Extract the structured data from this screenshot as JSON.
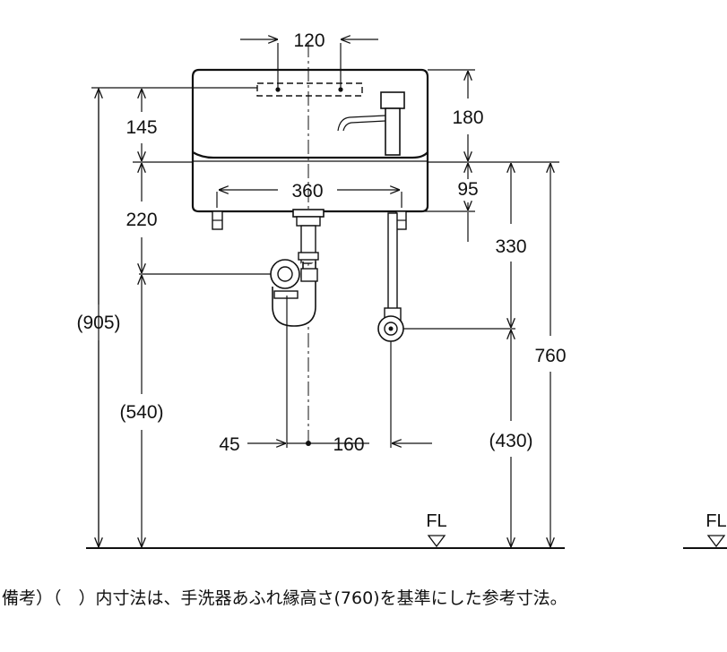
{
  "dimensions": {
    "top_width": "120",
    "inner_width": "360",
    "left_top": "145",
    "left_mid": "220",
    "total_height": "(905)",
    "trap_height": "(540)",
    "right_top": "180",
    "right_mid": "95",
    "supply_drop": "330",
    "supply_height": "(430)",
    "rim_height": "760",
    "offset_left": "45",
    "offset_right": "160"
  },
  "floor_labels": [
    "FL",
    "FL"
  ],
  "note": "備考）（　）内寸法は、手洗器あふれ縁高さ(760)を基準にした参考寸法。"
}
